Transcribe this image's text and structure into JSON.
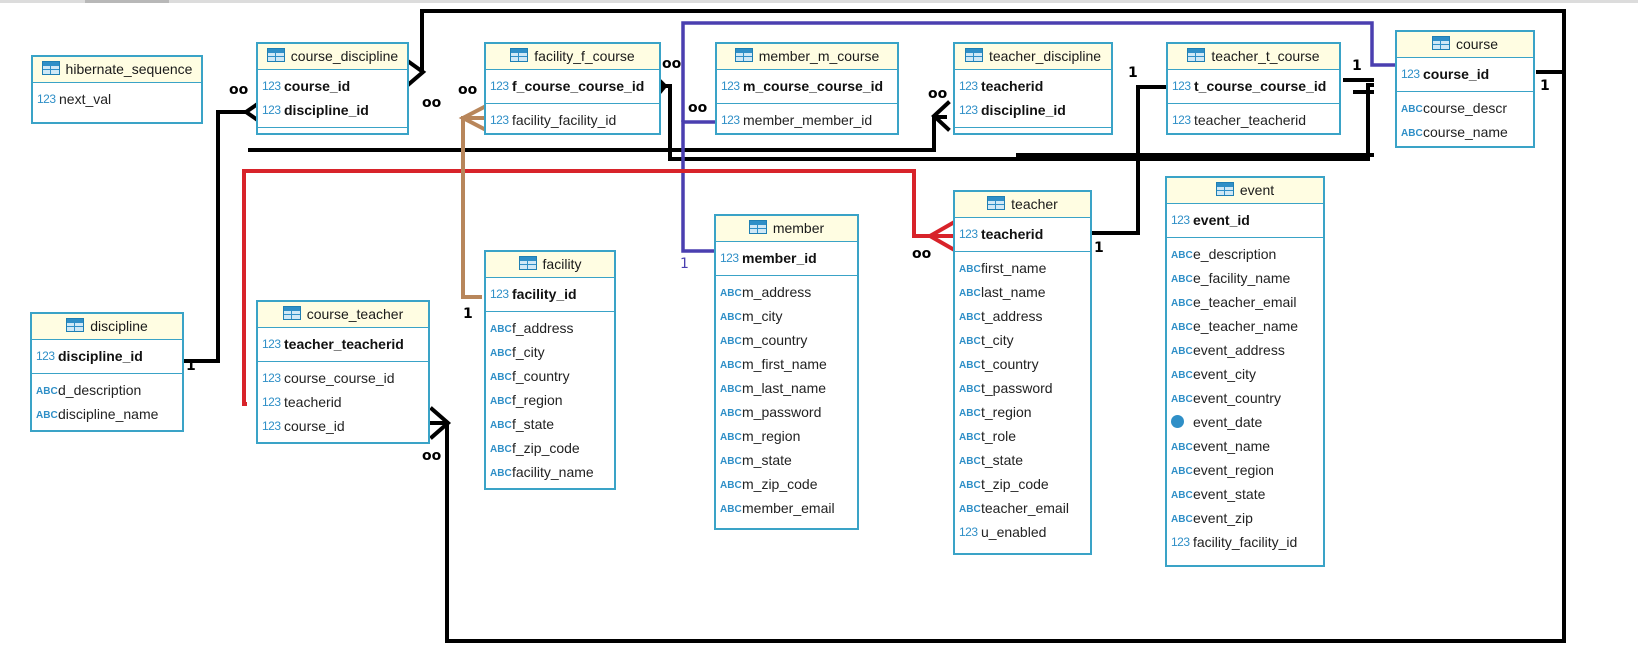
{
  "entities": [
    {
      "name": "hibernate_sequence",
      "pk": [],
      "fields": [
        {
          "t": "num",
          "n": "next_val"
        }
      ]
    },
    {
      "name": "course_discipline",
      "pk": [
        {
          "t": "num",
          "n": "course_id"
        },
        {
          "t": "num",
          "n": "discipline_id"
        }
      ],
      "fields": []
    },
    {
      "name": "facility_f_course",
      "pk": [
        {
          "t": "num",
          "n": "f_course_course_id"
        }
      ],
      "fields": [
        {
          "t": "num",
          "n": "facility_facility_id"
        }
      ]
    },
    {
      "name": "member_m_course",
      "pk": [
        {
          "t": "num",
          "n": "m_course_course_id"
        }
      ],
      "fields": [
        {
          "t": "num",
          "n": "member_member_id"
        }
      ]
    },
    {
      "name": "teacher_discipline",
      "pk": [
        {
          "t": "num",
          "n": "teacherid"
        },
        {
          "t": "num",
          "n": "discipline_id"
        }
      ],
      "fields": []
    },
    {
      "name": "teacher_t_course",
      "pk": [
        {
          "t": "num",
          "n": "t_course_course_id"
        }
      ],
      "fields": [
        {
          "t": "num",
          "n": "teacher_teacherid"
        }
      ]
    },
    {
      "name": "course",
      "pk": [
        {
          "t": "num",
          "n": "course_id"
        }
      ],
      "fields": [
        {
          "t": "abc",
          "n": "course_descr"
        },
        {
          "t": "abc",
          "n": "course_name"
        }
      ]
    },
    {
      "name": "discipline",
      "pk": [
        {
          "t": "num",
          "n": "discipline_id"
        }
      ],
      "fields": [
        {
          "t": "abc",
          "n": "d_description"
        },
        {
          "t": "abc",
          "n": "discipline_name"
        }
      ]
    },
    {
      "name": "course_teacher",
      "pk": [
        {
          "t": "num",
          "n": "teacher_teacherid"
        }
      ],
      "fields": [
        {
          "t": "num",
          "n": "course_course_id"
        },
        {
          "t": "num",
          "n": "teacherid"
        },
        {
          "t": "num",
          "n": "course_id"
        }
      ]
    },
    {
      "name": "facility",
      "pk": [
        {
          "t": "num",
          "n": "facility_id"
        }
      ],
      "fields": [
        {
          "t": "abc",
          "n": "f_address"
        },
        {
          "t": "abc",
          "n": "f_city"
        },
        {
          "t": "abc",
          "n": "f_country"
        },
        {
          "t": "abc",
          "n": "f_region"
        },
        {
          "t": "abc",
          "n": "f_state"
        },
        {
          "t": "abc",
          "n": "f_zip_code"
        },
        {
          "t": "abc",
          "n": "facility_name"
        }
      ]
    },
    {
      "name": "member",
      "pk": [
        {
          "t": "num",
          "n": "member_id"
        }
      ],
      "fields": [
        {
          "t": "abc",
          "n": "m_address"
        },
        {
          "t": "abc",
          "n": "m_city"
        },
        {
          "t": "abc",
          "n": "m_country"
        },
        {
          "t": "abc",
          "n": "m_first_name"
        },
        {
          "t": "abc",
          "n": "m_last_name"
        },
        {
          "t": "abc",
          "n": "m_password"
        },
        {
          "t": "abc",
          "n": "m_region"
        },
        {
          "t": "abc",
          "n": "m_state"
        },
        {
          "t": "abc",
          "n": "m_zip_code"
        },
        {
          "t": "abc",
          "n": "member_email"
        }
      ]
    },
    {
      "name": "teacher",
      "pk": [
        {
          "t": "num",
          "n": "teacherid"
        }
      ],
      "fields": [
        {
          "t": "abc",
          "n": "first_name"
        },
        {
          "t": "abc",
          "n": "last_name"
        },
        {
          "t": "abc",
          "n": "t_address"
        },
        {
          "t": "abc",
          "n": "t_city"
        },
        {
          "t": "abc",
          "n": "t_country"
        },
        {
          "t": "abc",
          "n": "t_password"
        },
        {
          "t": "abc",
          "n": "t_region"
        },
        {
          "t": "abc",
          "n": "t_role"
        },
        {
          "t": "abc",
          "n": "t_state"
        },
        {
          "t": "abc",
          "n": "t_zip_code"
        },
        {
          "t": "abc",
          "n": "teacher_email"
        },
        {
          "t": "num",
          "n": "u_enabled"
        }
      ]
    },
    {
      "name": "event",
      "pk": [
        {
          "t": "num",
          "n": "event_id"
        }
      ],
      "fields": [
        {
          "t": "abc",
          "n": "e_description"
        },
        {
          "t": "abc",
          "n": "e_facility_name"
        },
        {
          "t": "abc",
          "n": "e_teacher_email"
        },
        {
          "t": "abc",
          "n": "e_teacher_name"
        },
        {
          "t": "abc",
          "n": "event_address"
        },
        {
          "t": "abc",
          "n": "event_city"
        },
        {
          "t": "abc",
          "n": "event_country"
        },
        {
          "t": "date",
          "n": "event_date"
        },
        {
          "t": "abc",
          "n": "event_name"
        },
        {
          "t": "abc",
          "n": "event_region"
        },
        {
          "t": "abc",
          "n": "event_state"
        },
        {
          "t": "abc",
          "n": "event_zip"
        },
        {
          "t": "num",
          "n": "facility_facility_id"
        }
      ]
    }
  ],
  "icons": {
    "num": "123",
    "abc": "ABC",
    "date": "clock-icon"
  },
  "labels": {
    "one": "1",
    "many": "oo"
  },
  "colors": {
    "border": "#3aa3c7",
    "header": "#fffde2",
    "black": "#000000",
    "blue": "#4a3fb0",
    "red": "#d8232a",
    "brown": "#b8865b"
  }
}
